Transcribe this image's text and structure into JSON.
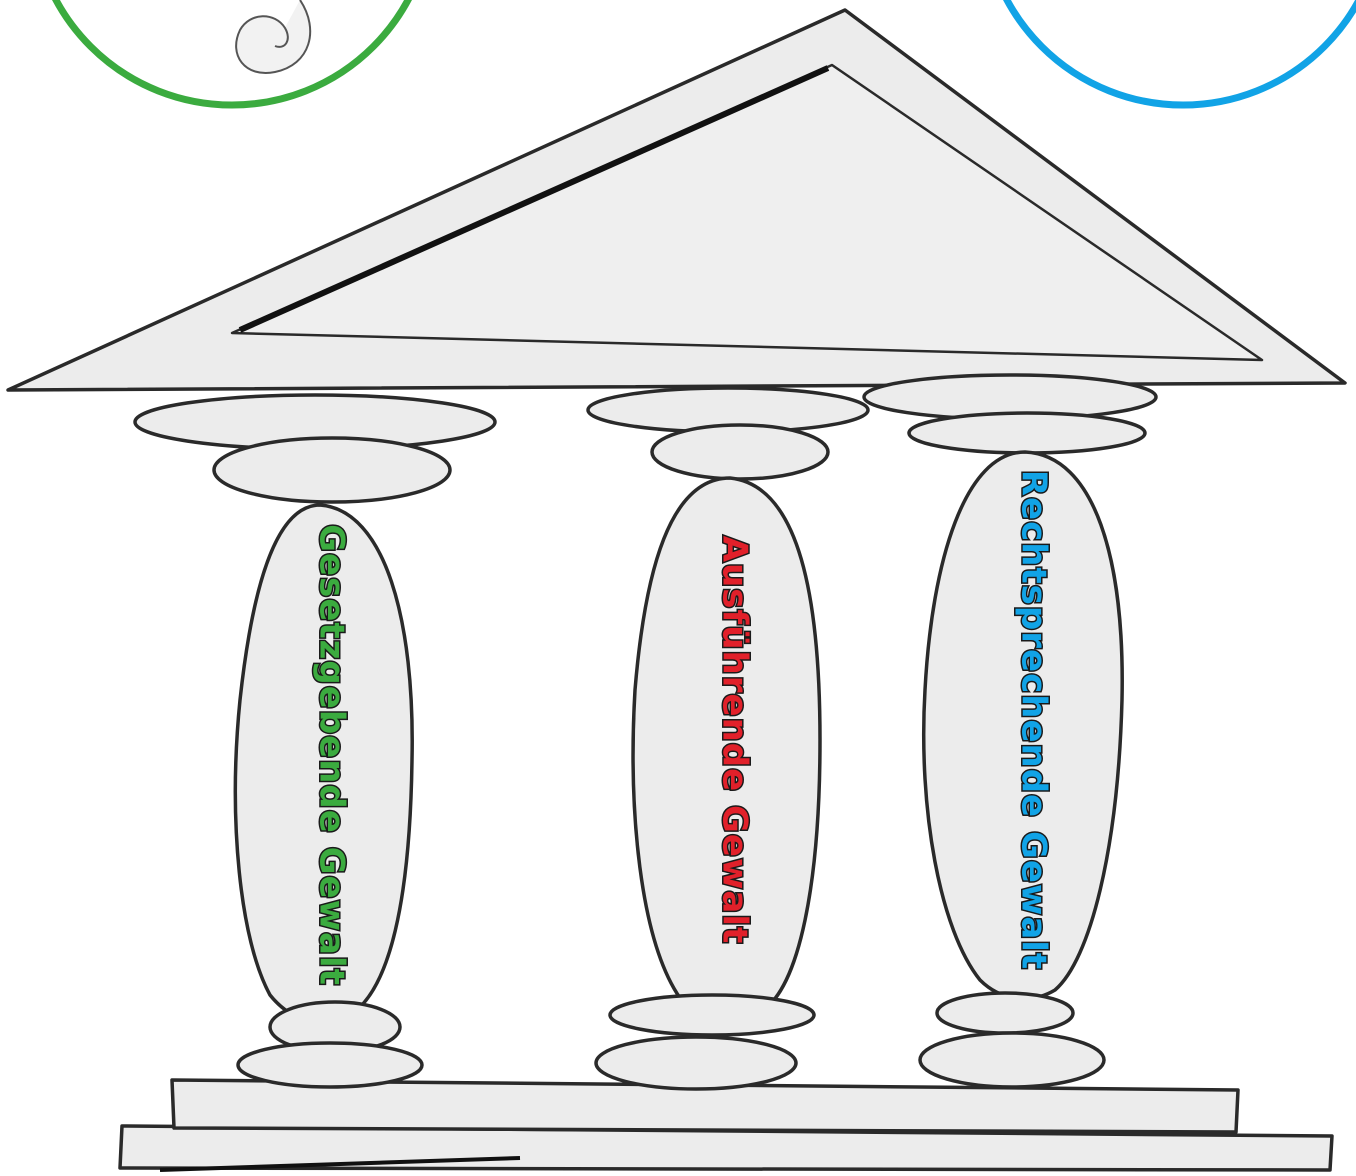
{
  "diagram": {
    "pillars": [
      {
        "id": "legislative",
        "label": "Gesetzgebende Gewalt",
        "color": "#3bab3f"
      },
      {
        "id": "executive",
        "label": "Ausführende Gewalt",
        "color": "#e1202a"
      },
      {
        "id": "judicial",
        "label": "Rechtsprechende Gewalt",
        "color": "#11a3e6"
      }
    ],
    "circles": [
      {
        "id": "green-circle",
        "color": "#3bab3f"
      },
      {
        "id": "blue-circle",
        "color": "#11a3e6"
      }
    ]
  }
}
